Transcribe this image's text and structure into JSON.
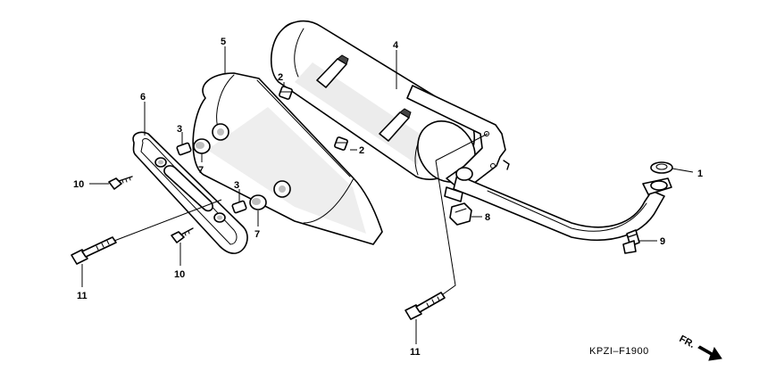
{
  "diagram": {
    "callouts": {
      "c1": "1",
      "c2a": "2",
      "c2b": "2",
      "c3a": "3",
      "c3b": "3",
      "c4": "4",
      "c5": "5",
      "c6": "6",
      "c7a": "7",
      "c7b": "7",
      "c8": "8",
      "c9": "9",
      "c10a": "10",
      "c10b": "10",
      "c11a": "11",
      "c11b": "11"
    },
    "diagram_code": "KPZI–F1900",
    "direction_label": "FR."
  }
}
